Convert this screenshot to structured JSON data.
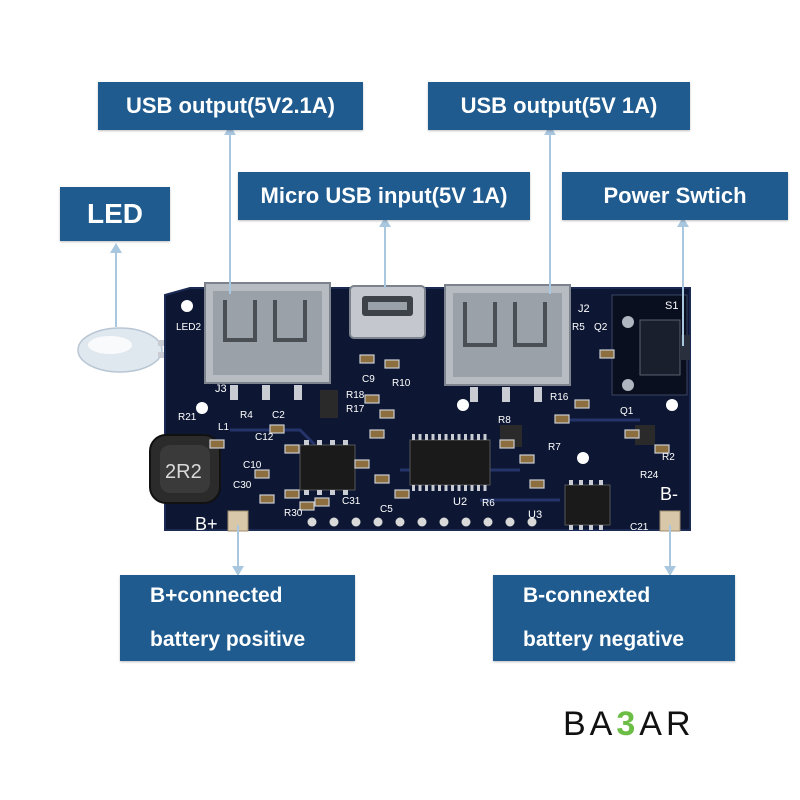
{
  "labels": {
    "usb_output_1": "USB output(5V2.1A)",
    "usb_output_2": "USB output(5V 1A)",
    "micro_usb_input": "Micro USB input(5V 1A)",
    "led": "LED",
    "power_switch": "Power Swtich",
    "b_plus_line1": "B+connected",
    "b_plus_line2": "battery positive",
    "b_minus_line1": "B-connexted",
    "b_minus_line2": "battery negative"
  },
  "board_markings": {
    "inductor": "2R2",
    "b_plus": "B+",
    "b_minus": "B-",
    "j2": "J2",
    "j3": "J3",
    "s1": "S1",
    "led2": "LED2",
    "u2": "U2",
    "u3": "U3",
    "c9": "C9",
    "r10": "R10",
    "r8": "R8",
    "r7": "R7",
    "r6": "R6",
    "r16": "R16",
    "r18": "R18",
    "r17": "R17",
    "r30": "R30",
    "c31": "C31",
    "c5": "C5",
    "r21": "R21",
    "c2": "C2",
    "r4": "R4",
    "c12": "C12",
    "c10": "C10",
    "c30": "C30",
    "r24": "R24",
    "r2": "R2",
    "q1": "Q1",
    "q2": "Q2",
    "r5": "R5",
    "c21": "C21",
    "l1": "L1"
  },
  "logo": {
    "left": "BA",
    "mid": "3",
    "right": "AR"
  },
  "colors": {
    "label_bg": "#1f5b8e",
    "arrow": "#a9c7df",
    "pcb": "#0d1733",
    "logo_accent": "#6cbd45"
  }
}
